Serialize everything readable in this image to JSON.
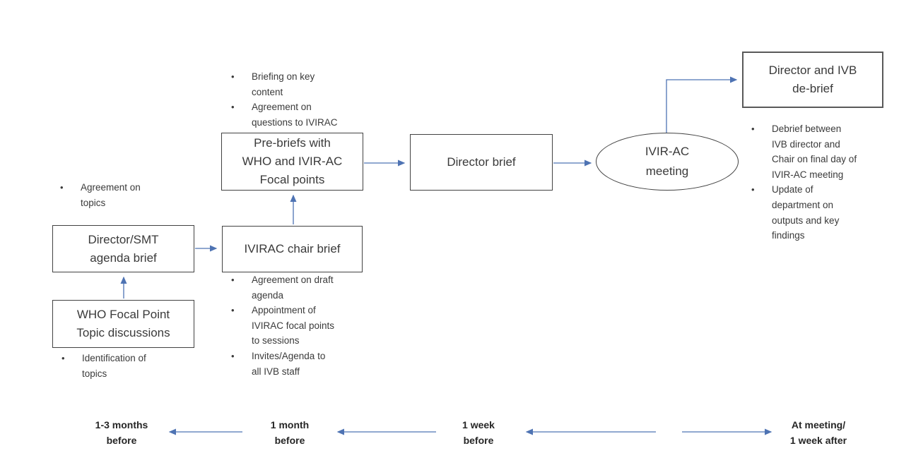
{
  "colors": {
    "arrow": "#4e73b3",
    "box_border": "#424242",
    "debrief_border": "#595959",
    "text": "#3a3a3a"
  },
  "bullet_char": "•",
  "nodes": {
    "who_focal": {
      "label": "WHO Focal Point\nTopic discussions"
    },
    "director_smt": {
      "label": "Director/SMT\nagenda brief"
    },
    "ivirac_chair": {
      "label": "IVIRAC chair brief"
    },
    "pre_briefs": {
      "label": "Pre-briefs with\nWHO and IVIR-AC\nFocal points"
    },
    "director_brief": {
      "label": "Director brief"
    },
    "ivirac_meeting": {
      "label": "IVIR-AC\nmeeting"
    },
    "debrief": {
      "label": "Director and IVB\nde-brief"
    }
  },
  "bullets": {
    "pre_briefs": [
      "Briefing on key\ncontent",
      "Agreement on\nquestions to IVIRAC"
    ],
    "director_smt": [
      "Agreement on\ntopics"
    ],
    "who_focal": [
      "Identification of\ntopics"
    ],
    "ivirac_chair": [
      "Agreement on draft\nagenda",
      "Appointment of\nIVIRAC focal points\nto sessions",
      "Invites/Agenda to\nall IVB staff"
    ],
    "debrief": [
      "Debrief between\nIVB director and\nChair on final day of\nIVIR-AC meeting",
      "Update of\ndepartment on\noutputs and key\nfindings"
    ]
  },
  "timeline": {
    "labels": [
      "1-3 months\nbefore",
      "1 month\nbefore",
      "1 week\nbefore",
      "At meeting/\n1 week after"
    ]
  }
}
